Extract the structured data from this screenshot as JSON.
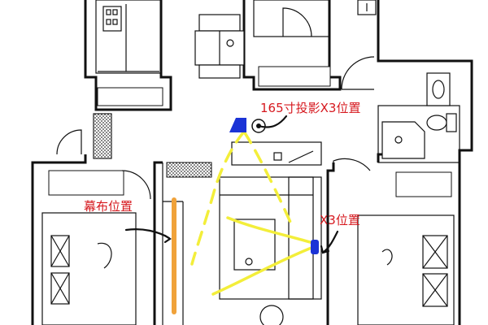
{
  "annotations": {
    "projector_position": "165寸投影X3位置",
    "screen_position": "幕布位置",
    "x3_position": "X3位置"
  },
  "colors": {
    "annotation_text": "#d6181e",
    "projection_beam": "#f3ee3a",
    "screen": "#f0a23a",
    "projector": "#1b33d6",
    "walls": "#111111"
  },
  "icons": {
    "projector": "projector-icon",
    "screen": "projection-screen-bar",
    "x3_unit": "x3-device-marker"
  }
}
